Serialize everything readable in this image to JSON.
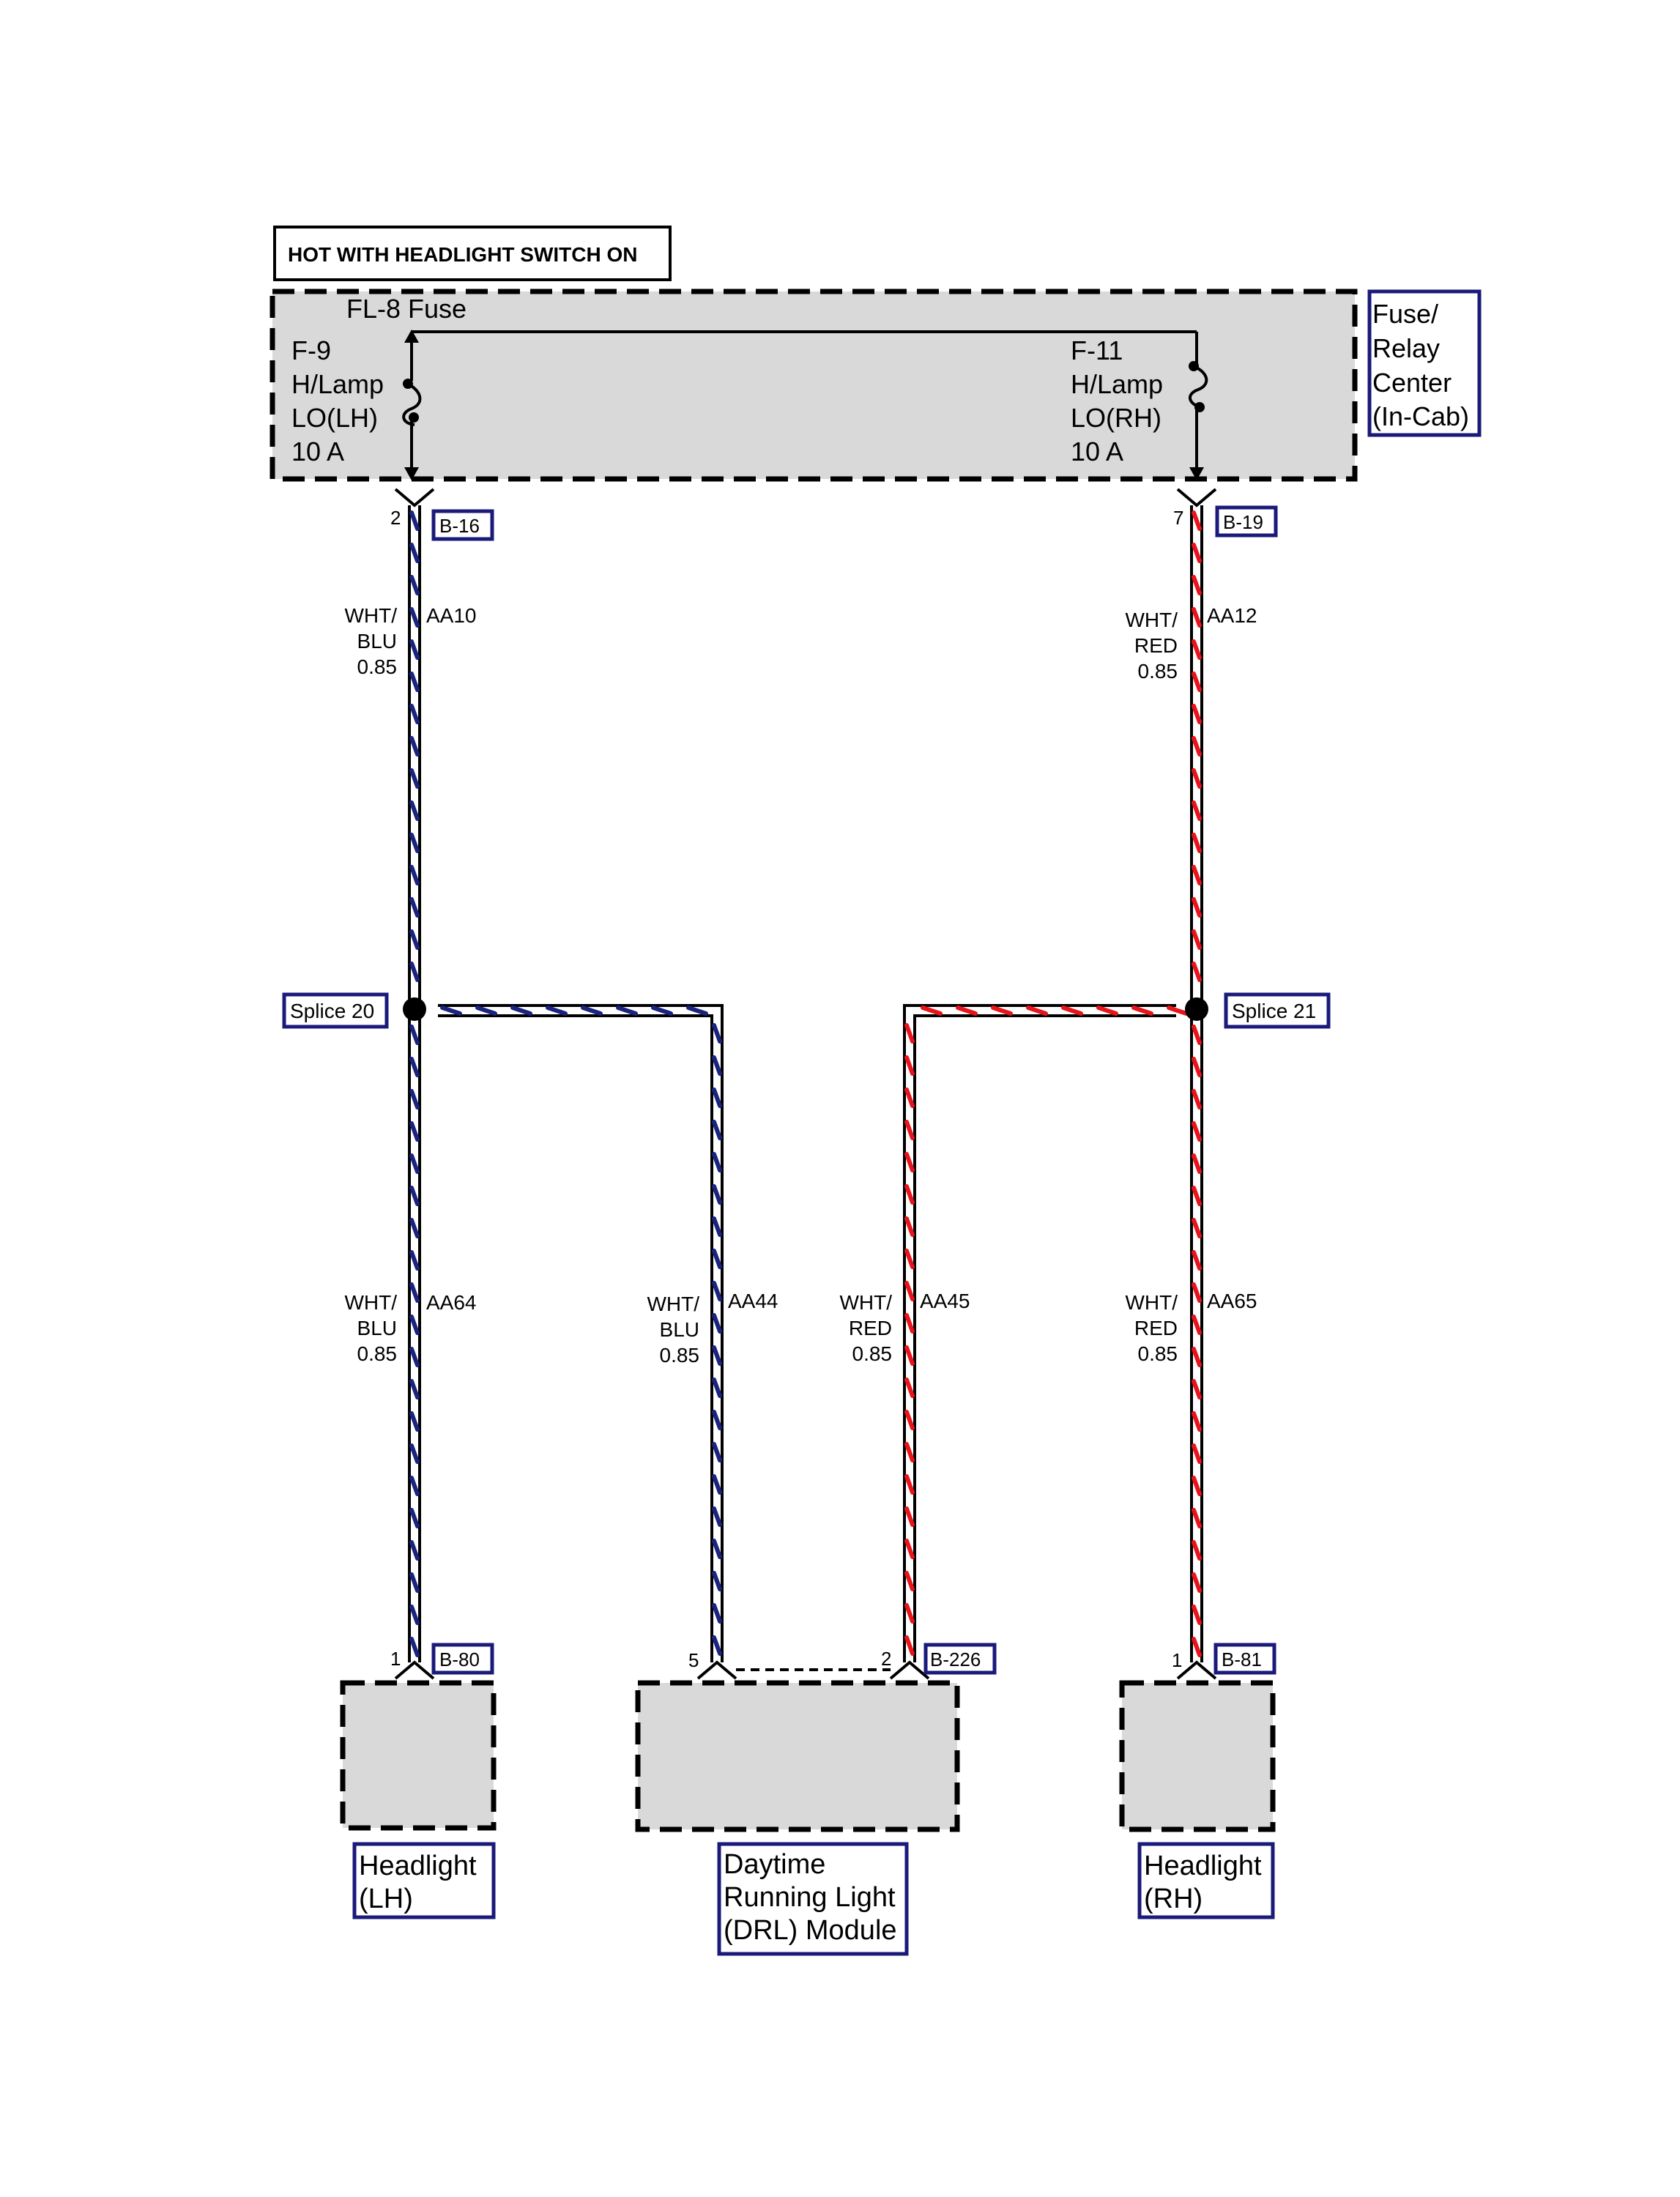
{
  "title": "HOT WITH HEADLIGHT SWITCH ON",
  "fuse_block": {
    "name": "FL-8 Fuse",
    "label_lines": [
      "Fuse/",
      "Relay",
      "Center",
      "(In-Cab)"
    ],
    "fuse_lh": {
      "lines": [
        "F-9",
        "H/Lamp",
        "LO(LH)",
        "10 A"
      ]
    },
    "fuse_rh": {
      "lines": [
        "F-11",
        "H/Lamp",
        "LO(RH)",
        "10 A"
      ]
    }
  },
  "connectors": {
    "b16": {
      "name": "B-16",
      "pin": "2"
    },
    "b19": {
      "name": "B-19",
      "pin": "7"
    },
    "b80": {
      "name": "B-80",
      "pin": "1"
    },
    "b226": {
      "name": "B-226",
      "pin_a": "5",
      "pin_b": "2"
    },
    "b81": {
      "name": "B-81",
      "pin": "1"
    }
  },
  "splices": {
    "s20": "Splice 20",
    "s21": "Splice 21"
  },
  "wires": {
    "aa10": {
      "circuit": "AA10",
      "lines": [
        "WHT/",
        "BLU",
        "0.85"
      ],
      "color": "blue"
    },
    "aa12": {
      "circuit": "AA12",
      "lines": [
        "WHT/",
        "RED",
        "0.85"
      ],
      "color": "red"
    },
    "aa64": {
      "circuit": "AA64",
      "lines": [
        "WHT/",
        "BLU",
        "0.85"
      ],
      "color": "blue"
    },
    "aa44": {
      "circuit": "AA44",
      "lines": [
        "WHT/",
        "BLU",
        "0.85"
      ],
      "color": "blue"
    },
    "aa45": {
      "circuit": "AA45",
      "lines": [
        "WHT/",
        "RED",
        "0.85"
      ],
      "color": "red"
    },
    "aa65": {
      "circuit": "AA65",
      "lines": [
        "WHT/",
        "RED",
        "0.85"
      ],
      "color": "red"
    }
  },
  "components": {
    "headlight_lh": [
      "Headlight",
      "(LH)"
    ],
    "drl": [
      "Daytime",
      "Running Light",
      "(DRL) Module"
    ],
    "headlight_rh": [
      "Headlight",
      "(RH)"
    ]
  },
  "colors": {
    "blue_stripe": "#1a237e",
    "red_stripe": "#e8141c",
    "label_border": "#1a1a7a",
    "component_fill": "#d9d9d9"
  }
}
